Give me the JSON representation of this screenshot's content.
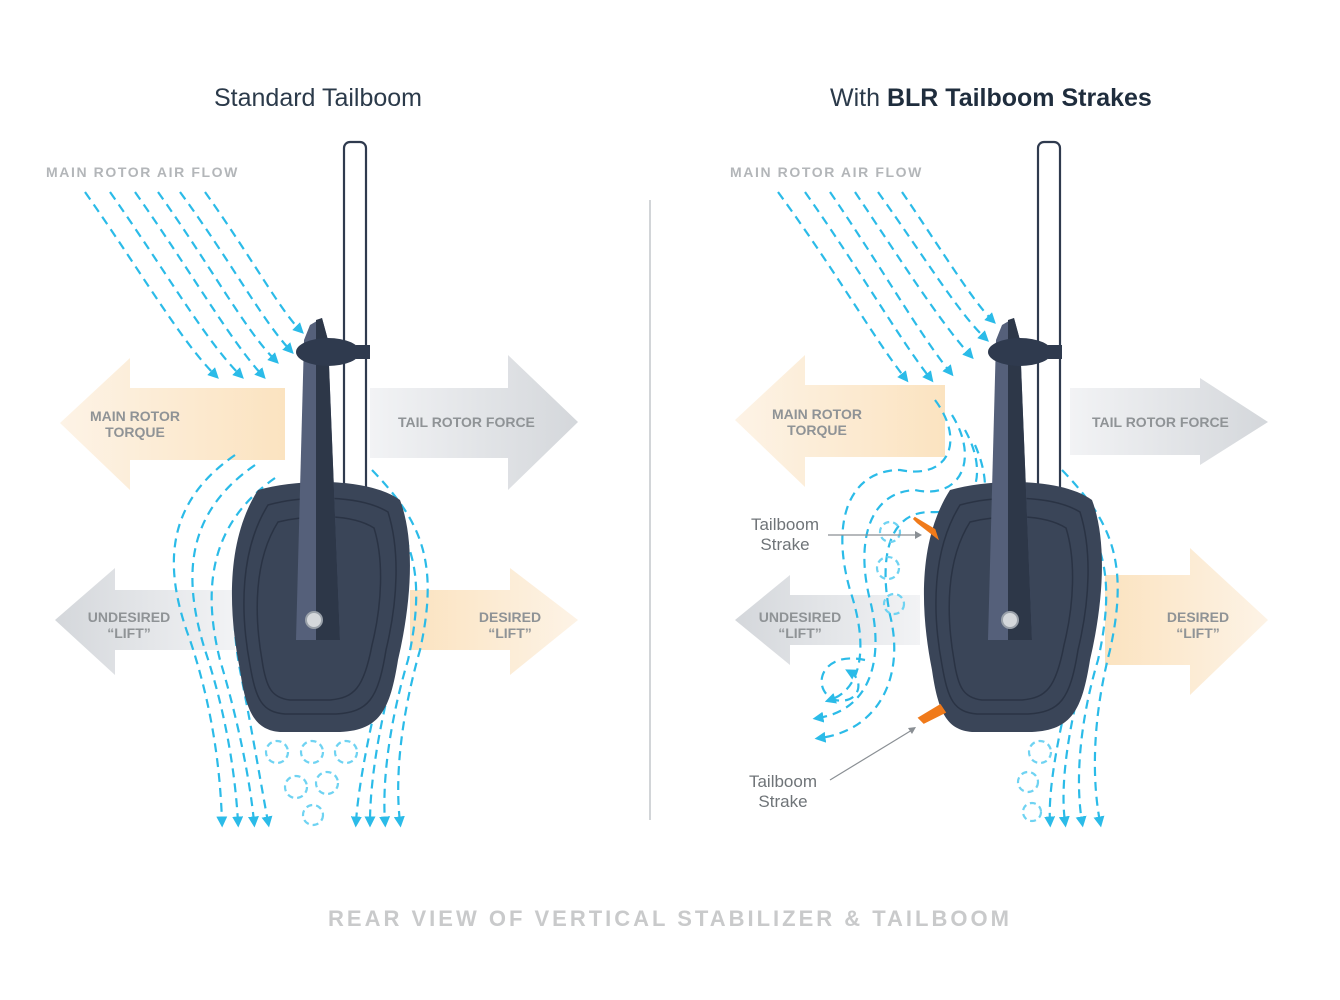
{
  "left_panel": {
    "title": "Standard Tailboom",
    "airflow_label": "MAIN ROTOR AIR FLOW",
    "torque_label_1": "MAIN  ROTOR",
    "torque_label_2": "TORQUE",
    "tail_rotor_label": "TAIL ROTOR FORCE",
    "undesired_label_1": "UNDESIRED",
    "undesired_label_2": "“LIFT”",
    "desired_label_1": "DESIRED",
    "desired_label_2": "“LIFT”"
  },
  "right_panel": {
    "title_prefix": "With ",
    "title_bold": "BLR Tailboom Strakes",
    "airflow_label": "MAIN ROTOR AIR FLOW",
    "torque_label_1": "MAIN  ROTOR",
    "torque_label_2": "TORQUE",
    "tail_rotor_label": "TAIL ROTOR FORCE",
    "undesired_label_1": "UNDESIRED",
    "undesired_label_2": "“LIFT”",
    "desired_label_1": "DESIRED",
    "desired_label_2": "“LIFT”",
    "strake_upper_1": "Tailboom",
    "strake_upper_2": "Strake",
    "strake_lower_1": "Tailboom",
    "strake_lower_2": "Strake"
  },
  "footer": "REAR VIEW OF VERTICAL STABILIZER & TAILBOOM",
  "colors": {
    "airflow": "#2bbbe8",
    "tailboom_dark": "#2f3a4e",
    "tailboom_light": "#4a5568",
    "torque_arrow": "#fbe3c2",
    "force_arrow": "#dcdfe3",
    "strake": "#f07a1a",
    "divider": "#bfc3c7"
  }
}
